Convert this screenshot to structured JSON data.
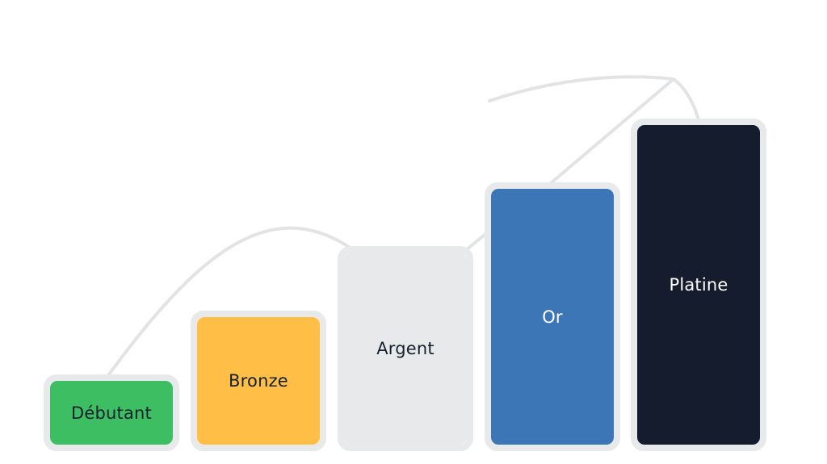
{
  "tiers": [
    {
      "label": "Débutant",
      "fill": "#3dbe63",
      "text_color": "#15202e"
    },
    {
      "label": "Bronze",
      "fill": "#ffbe45",
      "text_color": "#15202e"
    },
    {
      "label": "Argent",
      "fill": "#e8e9eb",
      "text_color": "#15202e"
    },
    {
      "label": "Or",
      "fill": "#3d76b7",
      "text_color": "#ffffff"
    },
    {
      "label": "Platine",
      "fill": "#141c2e",
      "text_color": "#ffffff"
    }
  ],
  "colors": {
    "frame": "#e8e9eb",
    "curve": "#e2e3e5",
    "background": "#ffffff"
  }
}
